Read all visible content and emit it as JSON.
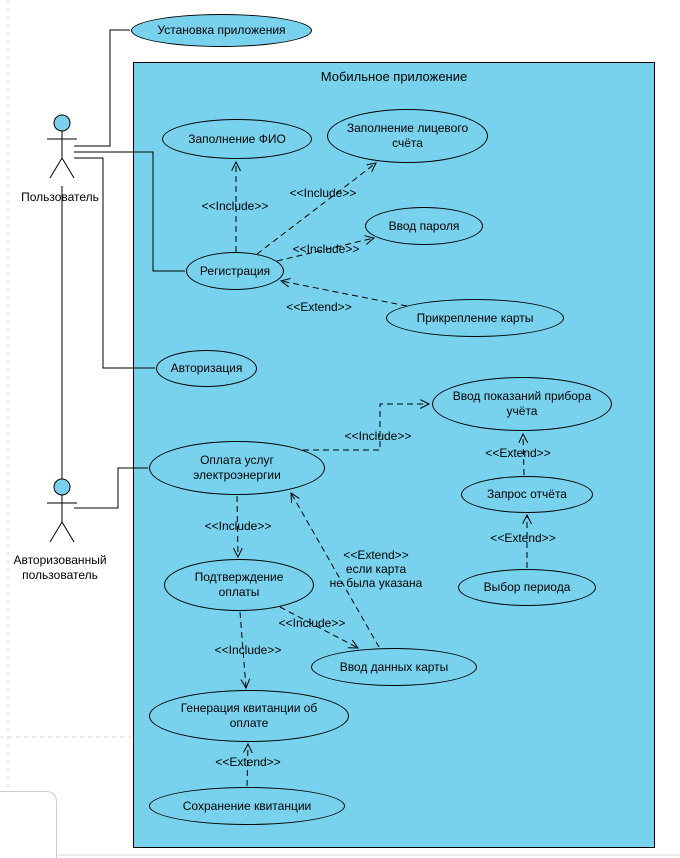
{
  "system_title": "Мобильное приложение",
  "actors": {
    "user": "Пользователь",
    "authorized_user": "Авторизованный пользователь"
  },
  "usecases": {
    "install_app": "Установка приложения",
    "fill_name": "Заполнение ФИО",
    "fill_account": "Заполнение лицевого счёта",
    "enter_password": "Ввод пароля",
    "registration": "Регистрация",
    "attach_card": "Прикрепление карты",
    "authorization": "Авторизация",
    "meter_readings": "Ввод показаний прибора учёта",
    "pay_services": "Оплата услуг электроэнергии",
    "request_report": "Запрос отчёта",
    "select_period": "Выбор периода",
    "confirm_payment": "Подтверждение оплаты",
    "card_data": "Ввод данных карты",
    "generate_receipt": "Генерация квитанции об оплате",
    "save_receipt": "Сохранение квитанции"
  },
  "edge_labels": {
    "include": "<<Include>>",
    "extend": "<<Extend>>",
    "extend_card_note": "<<Extend>>\nесли карта\nне была указана"
  },
  "relationships": [
    {
      "from": "Пользователь",
      "to": "Установка приложения",
      "type": "association"
    },
    {
      "from": "Пользователь",
      "to": "Регистрация",
      "type": "association"
    },
    {
      "from": "Пользователь",
      "to": "Авторизация",
      "type": "association"
    },
    {
      "from": "Пользователь",
      "to": "Авторизованный пользователь",
      "type": "generalization"
    },
    {
      "from": "Авторизованный пользователь",
      "to": "Оплата услуг электроэнергии",
      "type": "association"
    },
    {
      "from": "Регистрация",
      "to": "Заполнение ФИО",
      "type": "include"
    },
    {
      "from": "Регистрация",
      "to": "Заполнение лицевого счёта",
      "type": "include"
    },
    {
      "from": "Регистрация",
      "to": "Ввод пароля",
      "type": "include"
    },
    {
      "from": "Прикрепление карты",
      "to": "Регистрация",
      "type": "extend"
    },
    {
      "from": "Оплата услуг электроэнергии",
      "to": "Ввод показаний прибора учёта",
      "type": "include"
    },
    {
      "from": "Запрос отчёта",
      "to": "Ввод показаний прибора учёта",
      "type": "extend"
    },
    {
      "from": "Выбор периода",
      "to": "Запрос отчёта",
      "type": "extend"
    },
    {
      "from": "Оплата услуг электроэнергии",
      "to": "Подтверждение оплаты",
      "type": "include"
    },
    {
      "from": "Подтверждение оплаты",
      "to": "Ввод данных карты",
      "type": "include"
    },
    {
      "from": "Ввод данных карты",
      "to": "Оплата услуг электроэнергии",
      "type": "extend",
      "condition": "если карта не была указана"
    },
    {
      "from": "Подтверждение оплаты",
      "to": "Генерация квитанции об оплате",
      "type": "include"
    },
    {
      "from": "Сохранение квитанции",
      "to": "Генерация квитанции об оплате",
      "type": "extend"
    }
  ],
  "colors": {
    "node_fill": "#79D2ED",
    "stroke": "#000000",
    "guide": "#D9D9D9"
  }
}
